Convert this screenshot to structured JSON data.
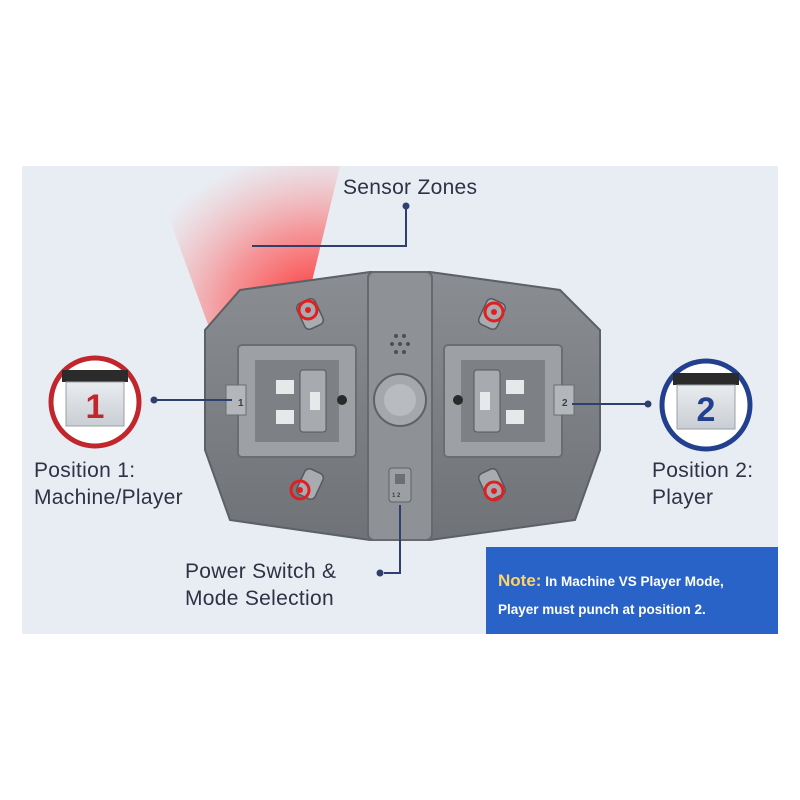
{
  "labels": {
    "sensor_zones": "Sensor Zones",
    "position1_line1": "Position 1:",
    "position1_line2": "Machine/Player",
    "position2_line1": "Position 2:",
    "position2_line2": "Player",
    "power_line1": "Power Switch &",
    "power_line2": "Mode Selection"
  },
  "badges": {
    "left_number": "1",
    "right_number": "2",
    "device_mark_left": "1",
    "device_mark_right": "2",
    "switch_mark": "1 2"
  },
  "note": {
    "title": "Note:",
    "line1": "In Machine VS Player Mode,",
    "line2": "Player must punch at position 2."
  },
  "colors": {
    "accent_blue": "#2a63c7",
    "callout_line": "#2f3f6e",
    "sensor_red": "#e02020",
    "badge1_red": "#c0262c",
    "badge2_blue": "#23408f"
  }
}
